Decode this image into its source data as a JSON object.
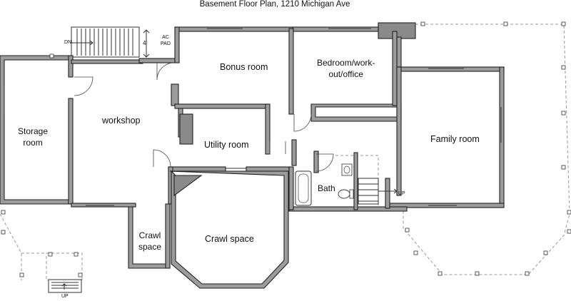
{
  "title": "Basement Floor Plan, 1210 Michigan Ave",
  "rooms": {
    "storage": "Storage\nroom",
    "workshop": "workshop",
    "bonus": "Bonus room",
    "bedroom": "Bedroom/work-\nout/office",
    "utility": "Utility room",
    "family": "Family room",
    "bath": "Bath",
    "crawl_small": "Crawl\nspace",
    "crawl_large": "Crawl space"
  },
  "annotations": {
    "ac_pad": "AC\nPAD",
    "dim": "4'",
    "dn": "DN",
    "up_stair": "UP",
    "up_porch": "UP"
  }
}
